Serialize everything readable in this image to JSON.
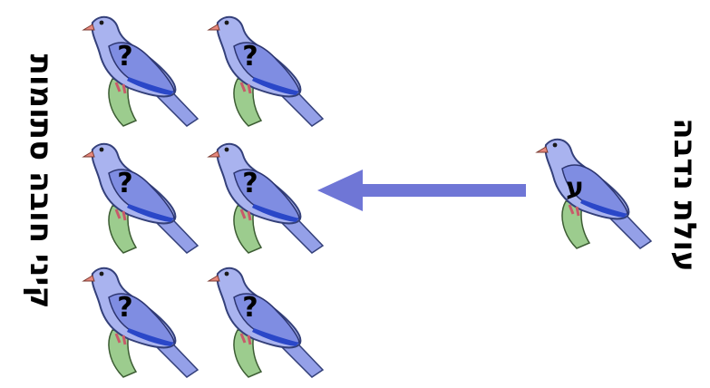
{
  "left_label": "קיני חובה סתומות",
  "right_label": "עולת נדבה",
  "unknown_mark": "?",
  "known_mark": "ע",
  "icons": {
    "dove": "dove-icon",
    "arrow": "arrow-left-icon"
  },
  "colors": {
    "arrow": "#6f76d6",
    "dove_body": "#a9b3ef",
    "dove_wing": "#7f8de2",
    "dove_wing_stripe": "#2a47c8",
    "dove_perch": "#9ccc8e",
    "dove_beak": "#e7877c"
  }
}
